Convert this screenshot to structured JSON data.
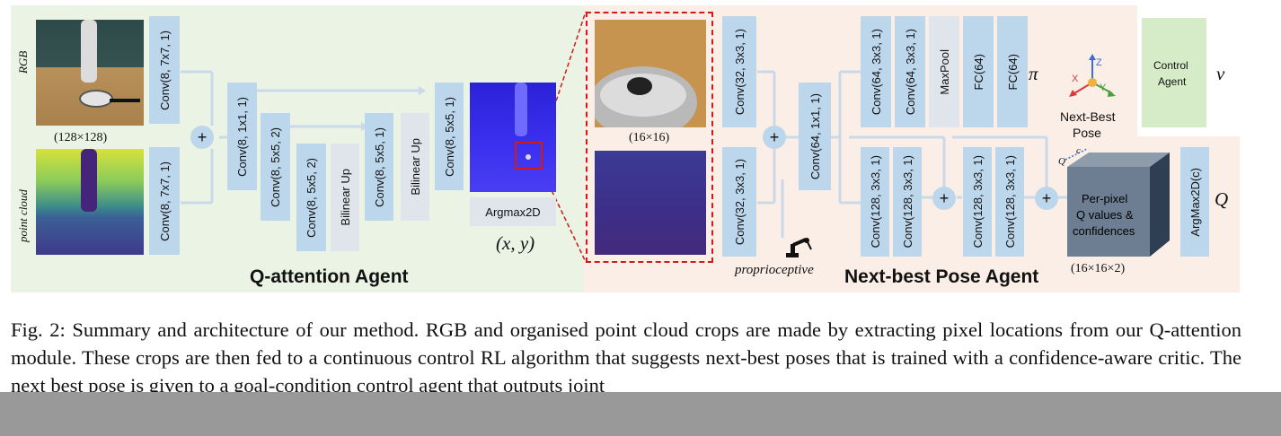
{
  "q_agent": {
    "title": "Q-attention Agent",
    "rgb_label": "RGB",
    "pc_label": "point cloud",
    "input_size": "(128×128)",
    "conv_rgb": "Conv(8, 7x7, 1)",
    "conv_pc": "Conv(8, 7x7, 1)",
    "conv_1x1": "Conv(8, 1x1, 1)",
    "conv_5x5_a": "Conv(8, 5x5, 2)",
    "conv_5x5_b": "Conv(8, 5x5, 2)",
    "bilinear_up_1": "Bilinear Up",
    "conv_5x5_c": "Conv(8, 5x5, 1)",
    "bilinear_up_2": "Bilinear Up",
    "conv_5x5_d": "Conv(8, 5x5, 1)",
    "argmax": "Argmax2D",
    "xy": "(x, y)"
  },
  "crop": {
    "size": "(16×16)"
  },
  "nbp_agent": {
    "title": "Next-best Pose Agent",
    "conv_32_top": "Conv(32, 3x3, 1)",
    "conv_32_bottom": "Conv(32, 3x3, 1)",
    "conv_64_1x1": "Conv(64, 1x1, 1)",
    "conv_64_a": "Conv(64, 3x3, 1)",
    "conv_64_b": "Conv(64, 3x3, 1)",
    "maxpool": "MaxPool",
    "fc_a": "FC(64)",
    "fc_b": "FC(64)",
    "pi": "π",
    "conv_128_a": "Conv(128, 3x3, 1)",
    "conv_128_b": "Conv(128, 3x3, 1)",
    "conv_128_c": "Conv(128, 3x3, 1)",
    "conv_128_d": "Conv(128, 3x3, 1)",
    "proprio": "proprioceptive",
    "cube_text_1": "Per-pixel",
    "cube_text_2": "Q values &",
    "cube_text_3": "confidences",
    "cube_size": "(16×16×2)",
    "cube_q": "Q",
    "cube_c": "c",
    "argmax_c": "ArgMax2D(c)",
    "q": "Q",
    "nbp_1": "Next-Best",
    "nbp_2": "Pose",
    "axis_x": "X",
    "axis_y": "Y",
    "axis_z": "Z",
    "control_1": "Control",
    "control_2": "Agent",
    "v": "v"
  },
  "caption": {
    "text": "Fig. 2: Summary and architecture of our method. RGB and organised point cloud crops are made by extracting pixel locations from our Q-attention module. These crops are then fed to a continuous control RL algorithm that suggests next-best poses that is trained with a confidence-aware critic. The next best pose is given to a goal-condition control agent that outputs joint"
  },
  "colors": {
    "layer": "#bcd6ec",
    "q_region": "#eaf3e4",
    "nbp_region": "#fbeee6",
    "control": "#d6ecc8",
    "crop_border": "#d11a1a"
  }
}
